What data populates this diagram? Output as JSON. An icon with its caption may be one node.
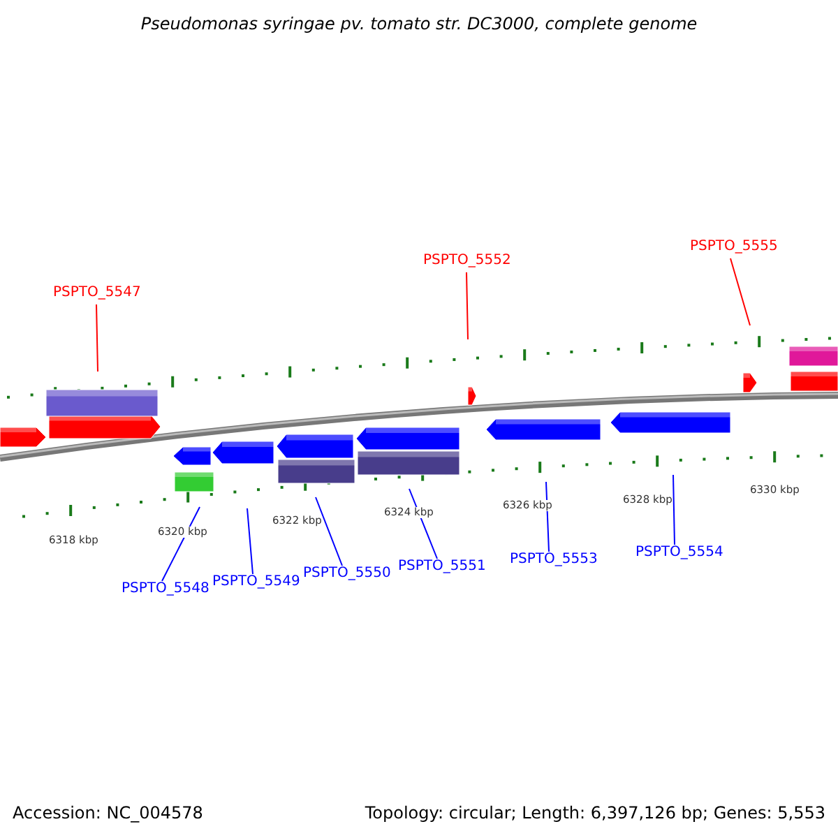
{
  "diagram": {
    "title": "Pseudomonas syringae pv. tomato str. DC3000, complete genome",
    "nodes": [
      {
        "text": [
          "PSPTO_5547"
        ]
      },
      {
        "text": [
          "PSPTO_5552"
        ]
      },
      {
        "text": [
          "PSPTO_5555"
        ]
      },
      {
        "text": [
          "PSPTO_5548"
        ]
      },
      {
        "text": [
          "PSPTO_5549"
        ]
      },
      {
        "text": [
          "PSPTO_5550"
        ]
      },
      {
        "text": [
          "PSPTO_5551"
        ]
      },
      {
        "text": [
          "PSPTO_5553"
        ]
      },
      {
        "text": [
          "PSPTO_5554"
        ]
      }
    ],
    "edges": [
      {
        "from": 0,
        "to": null,
        "arrow": "none",
        "color": "#ff0000"
      },
      {
        "from": 1,
        "to": null,
        "arrow": "none",
        "color": "#ff0000"
      },
      {
        "from": 2,
        "to": null,
        "arrow": "none",
        "color": "#ff0000"
      },
      {
        "from": 3,
        "to": null,
        "arrow": "none"
      },
      {
        "from": 4,
        "to": null,
        "arrow": "none"
      },
      {
        "from": 5,
        "to": null,
        "arrow": "none"
      },
      {
        "from": 6,
        "to": null,
        "arrow": "none"
      },
      {
        "from": 7,
        "to": null,
        "arrow": "none"
      },
      {
        "from": 8,
        "to": null,
        "arrow": "none"
      }
    ],
    "labels": [
      "6318 kbp",
      "6320 kbp",
      "6322 kbp",
      "6324 kbp",
      "6326 kbp",
      "6328 kbp",
      "6330 kbp",
      "Accession: NC_004578",
      "Topology: circular; Length: 6,397,126 bp; Genes: 5,553"
    ]
  }
}
